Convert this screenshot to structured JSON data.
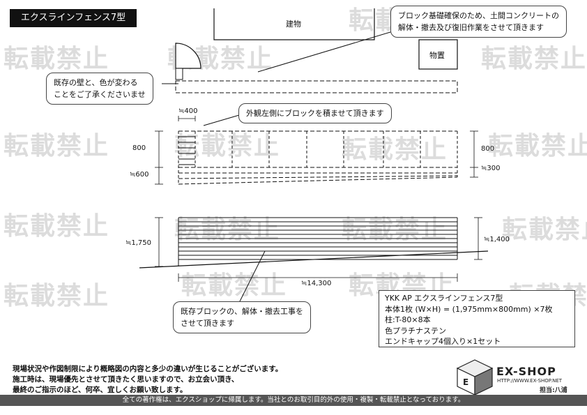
{
  "title": "エクスラインフェンス7型",
  "building_label": "建物",
  "storage_label": "物置",
  "callouts": {
    "top_right": "ブロック基礎確保のため、土間コンクリートの\n解体・撤去及び復旧作業をさせて頂きます",
    "left_wall": "既存の壁と、色が変わる\nことをご了承くださいませ",
    "left_side": "外観左側にブロックを積ませて頂きます",
    "bottom": "既存ブロックの、解体・撤去工事を\nさせて頂きます"
  },
  "dimensions": {
    "width_400": "≒400",
    "h_800_left": "800",
    "h_600_left": "≒600",
    "h_800_right": "800",
    "h_300_right": "≒300",
    "h_1750": "≒1,750",
    "h_1400": "≒1,400",
    "w_14300": "≒14,300"
  },
  "spec_text": "YKK AP エクスラインフェンス7型\n本体1枚 (W×H) = (1,975mm×800mm) ×7枚\n柱:T-80×8本\n色プラチナステン\nエンドキャップ4個入り×1セット",
  "notes_text": "現場状況や作図制限により概略図の内容と多少の違いが生じることがございます。\n施工時は、現場優先とさせて頂きたく思いますので、お立会い頂き、\n最終のご指示のほど、何卒、宜しくお願い致します。",
  "footer_text": "全ての著作権は、エクスショップに帰属します。当社とのお取引目的外の使用・複製・転載禁止となっております。",
  "logo": {
    "name": "EX-SHOP",
    "url": "HTTP://WWW.EX-SHOP.NET",
    "staff": "担当:八浦"
  },
  "watermark": "転載禁止"
}
